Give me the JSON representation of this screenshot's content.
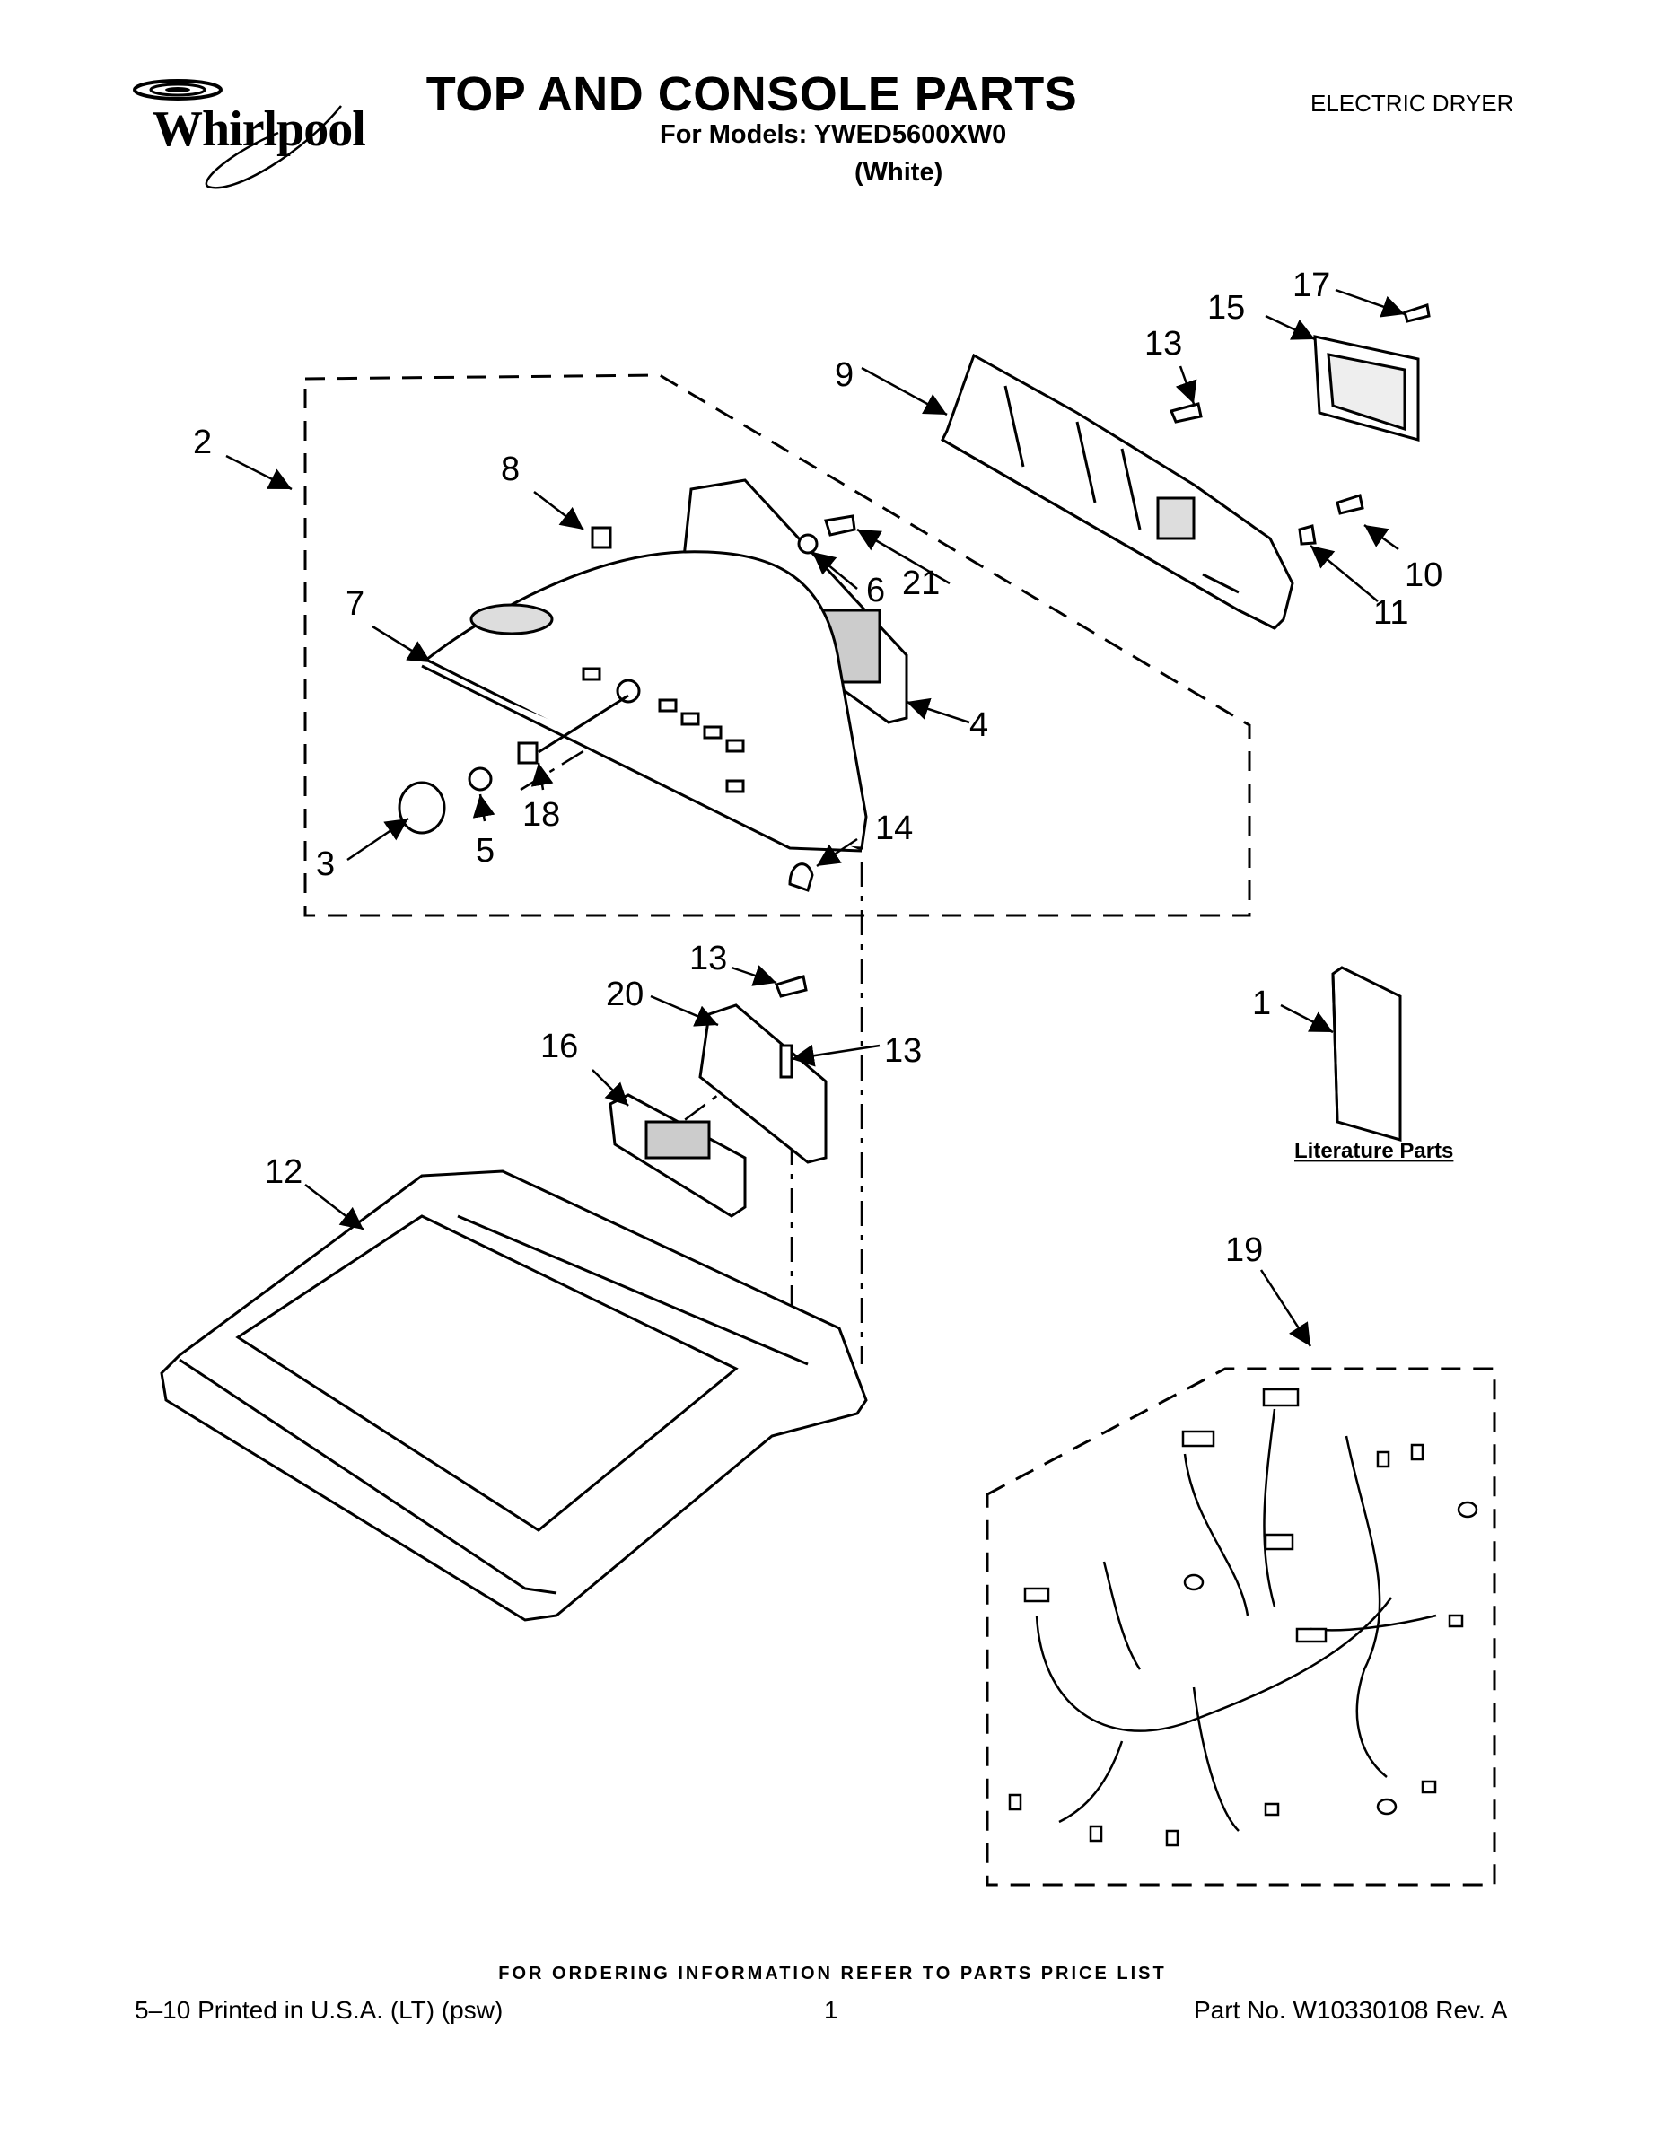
{
  "header": {
    "brand": "Whirlpool",
    "title": "TOP AND CONSOLE PARTS",
    "models_line": "For Models: YWED5600XW0",
    "color_line": "(White)",
    "product_type": "ELECTRIC DRYER"
  },
  "diagram": {
    "callouts": [
      "1",
      "2",
      "3",
      "4",
      "5",
      "6",
      "7",
      "8",
      "9",
      "10",
      "11",
      "12",
      "13",
      "13",
      "13",
      "14",
      "15",
      "16",
      "17",
      "18",
      "19",
      "20",
      "21"
    ],
    "literature_label": "Literature Parts"
  },
  "footer": {
    "ordering_note": "FOR ORDERING INFORMATION REFER TO PARTS PRICE LIST",
    "print_info": "5–10 Printed in U.S.A. (LT) (psw)",
    "page_number": "1",
    "part_number": "Part No. W10330108 Rev. A"
  }
}
